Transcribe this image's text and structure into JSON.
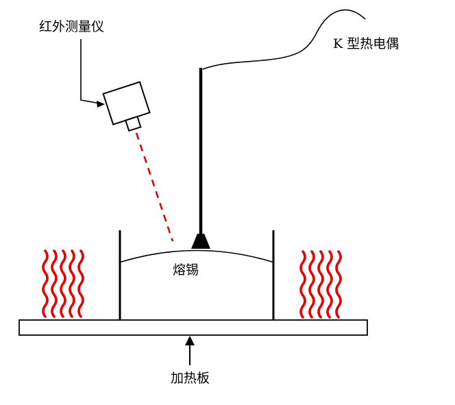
{
  "diagram": {
    "title": "solder-temperature-measurement-setup",
    "labels": {
      "infrared": "红外测量仪",
      "thermocouple": "K 型热电偶",
      "solder": "熔锡",
      "heater": "加热板"
    },
    "colors": {
      "heat": "#e60000",
      "beam": "#e60000",
      "line": "#000000",
      "background": "#ffffff"
    }
  }
}
